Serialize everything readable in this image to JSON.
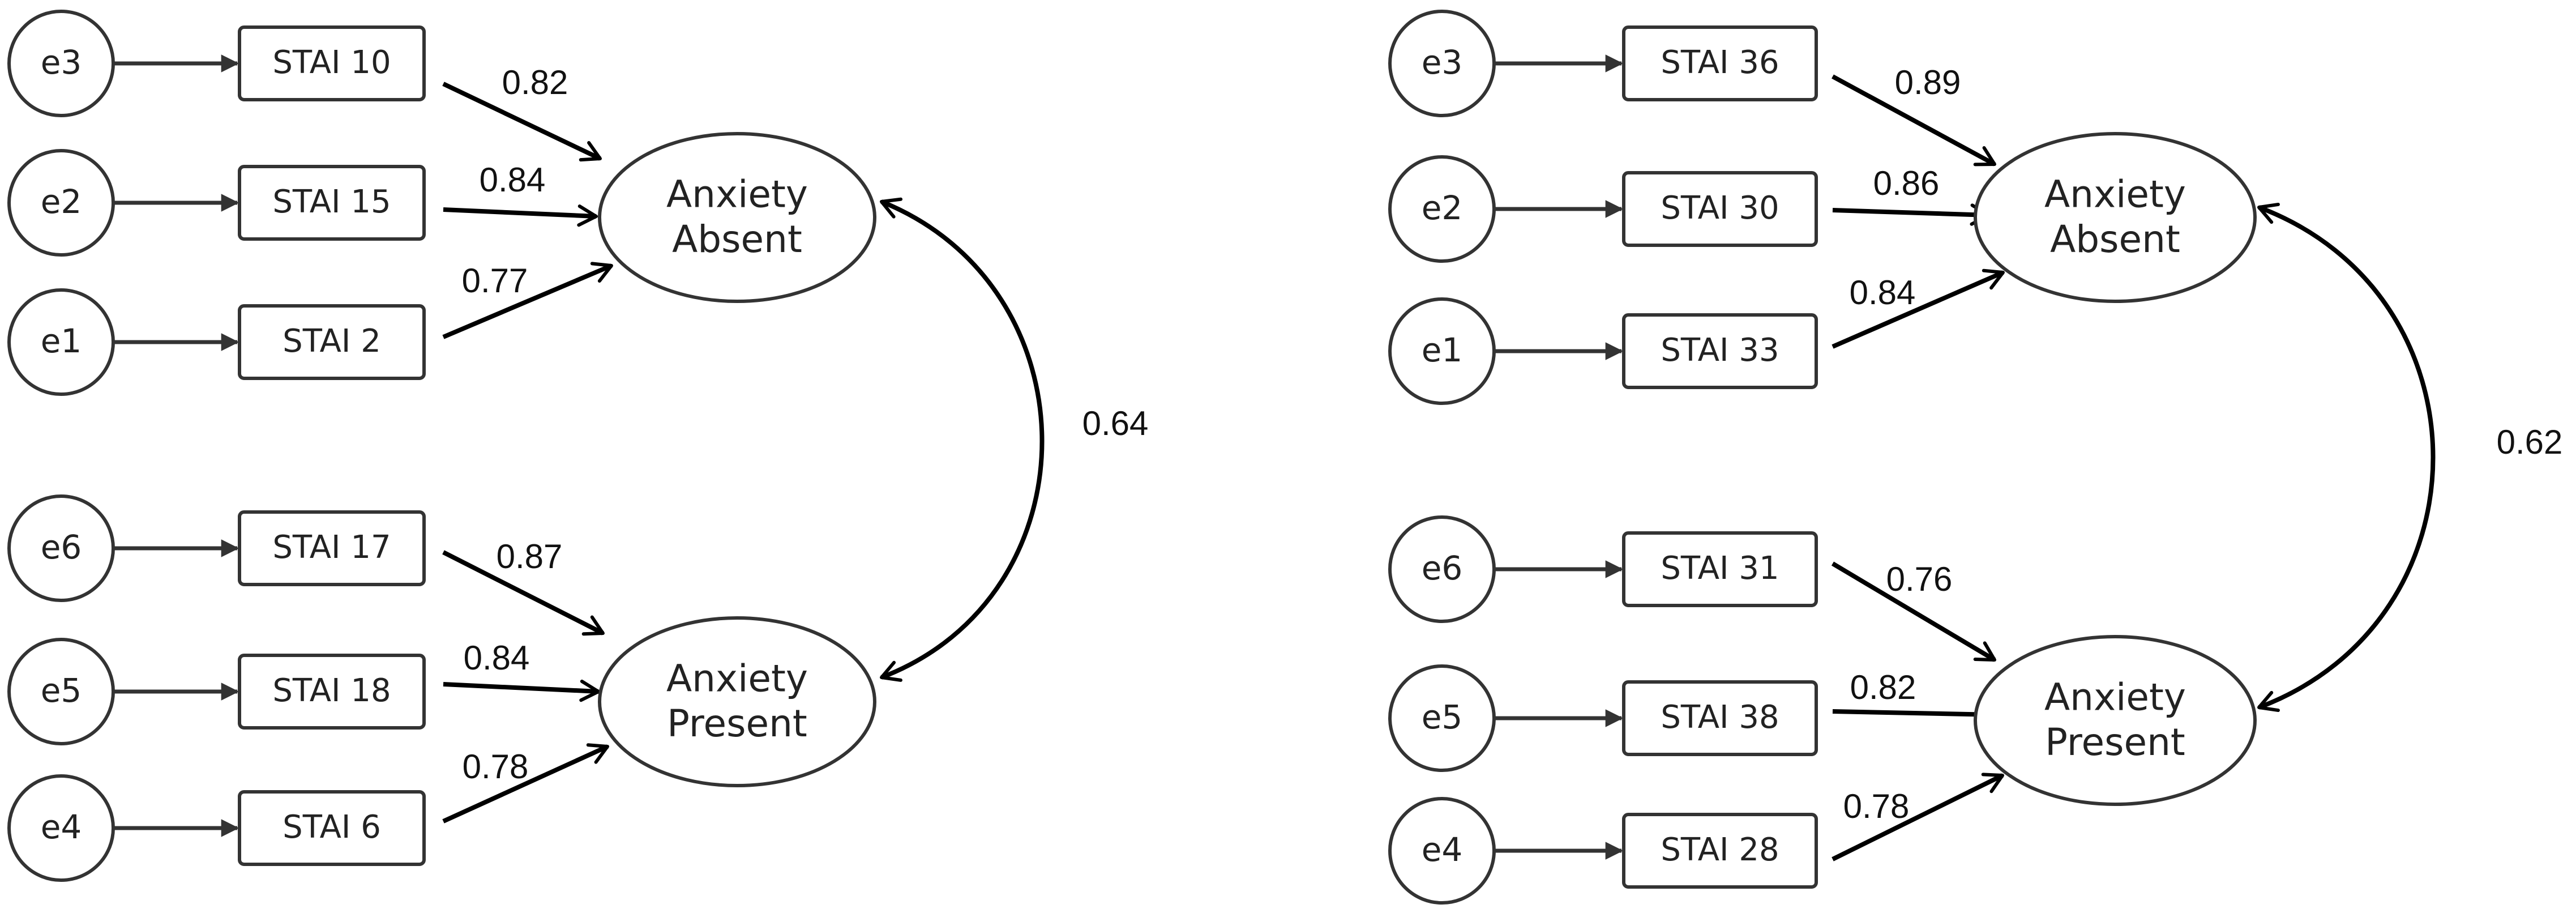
{
  "models": [
    {
      "indicators": [
        {
          "error": "e3",
          "item": "STAI 10",
          "loading": "0.82",
          "factor": 0
        },
        {
          "error": "e2",
          "item": "STAI 15",
          "loading": "0.84",
          "factor": 0
        },
        {
          "error": "e1",
          "item": "STAI 2",
          "loading": "0.77",
          "factor": 0
        },
        {
          "error": "e6",
          "item": "STAI 17",
          "loading": "0.87",
          "factor": 1
        },
        {
          "error": "e5",
          "item": "STAI 18",
          "loading": "0.84",
          "factor": 1
        },
        {
          "error": "e4",
          "item": "STAI 6",
          "loading": "0.78",
          "factor": 1
        }
      ],
      "factors": [
        {
          "line1": "Anxiety",
          "line2": "Absent"
        },
        {
          "line1": "Anxiety",
          "line2": "Present"
        }
      ],
      "correlation": "0.64"
    },
    {
      "indicators": [
        {
          "error": "e3",
          "item": "STAI 36",
          "loading": "0.89",
          "factor": 0
        },
        {
          "error": "e2",
          "item": "STAI 30",
          "loading": "0.86",
          "factor": 0
        },
        {
          "error": "e1",
          "item": "STAI 33",
          "loading": "0.84",
          "factor": 0
        },
        {
          "error": "e6",
          "item": "STAI 31",
          "loading": "0.76",
          "factor": 1
        },
        {
          "error": "e5",
          "item": "STAI 38",
          "loading": "0.82",
          "factor": 1
        },
        {
          "error": "e4",
          "item": "STAI 28",
          "loading": "0.78",
          "factor": 1
        }
      ],
      "factors": [
        {
          "line1": "Anxiety",
          "line2": "Absent"
        },
        {
          "line1": "Anxiety",
          "line2": "Present"
        }
      ],
      "correlation": "0.62"
    }
  ]
}
